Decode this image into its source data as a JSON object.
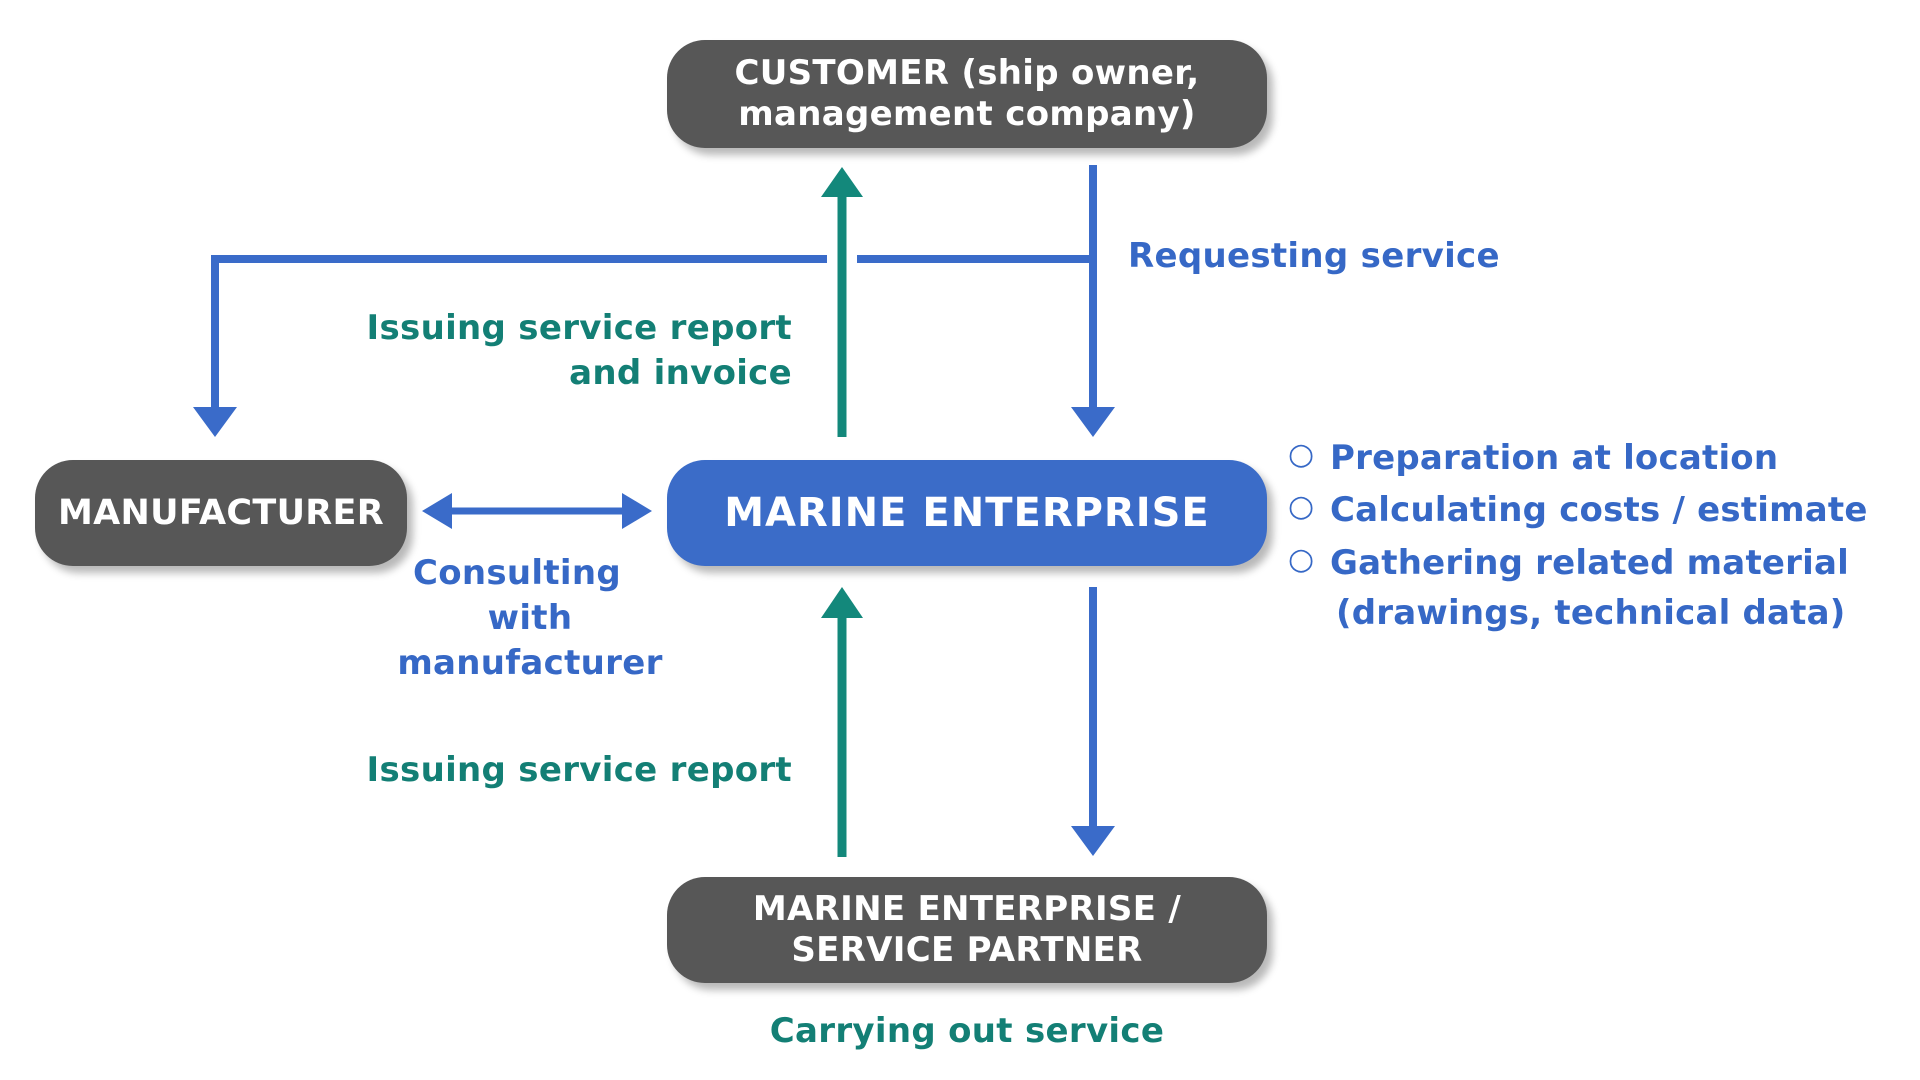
{
  "nodes": {
    "customer": [
      "CUSTOMER (ship owner,",
      "management company)"
    ],
    "marine_enterprise": "MARINE ENTERPRISE",
    "manufacturer": "MANUFACTURER",
    "service_partner": [
      "MARINE ENTERPRISE /",
      "SERVICE PARTNER"
    ]
  },
  "labels": {
    "requesting_service": "Requesting service",
    "issuing_report_invoice": [
      "Issuing service report",
      "and invoice"
    ],
    "consulting": [
      "Consulting",
      "with manufacturer"
    ],
    "issuing_report": "Issuing service report",
    "carrying_out": "Carrying out service"
  },
  "tasks": {
    "bullet_symbol": "○",
    "items": [
      [
        "Preparation at location"
      ],
      [
        "Calculating costs / estimate"
      ],
      [
        "Gathering related material",
        "(drawings, technical data)"
      ]
    ]
  },
  "colors": {
    "gray_node": "#575757",
    "blue_node": "#3b6cc8",
    "blue_arrow": "#3a6bc9",
    "teal_arrow": "#13887b",
    "teal_text": "#137f75",
    "blue_text": "#3668c6"
  }
}
